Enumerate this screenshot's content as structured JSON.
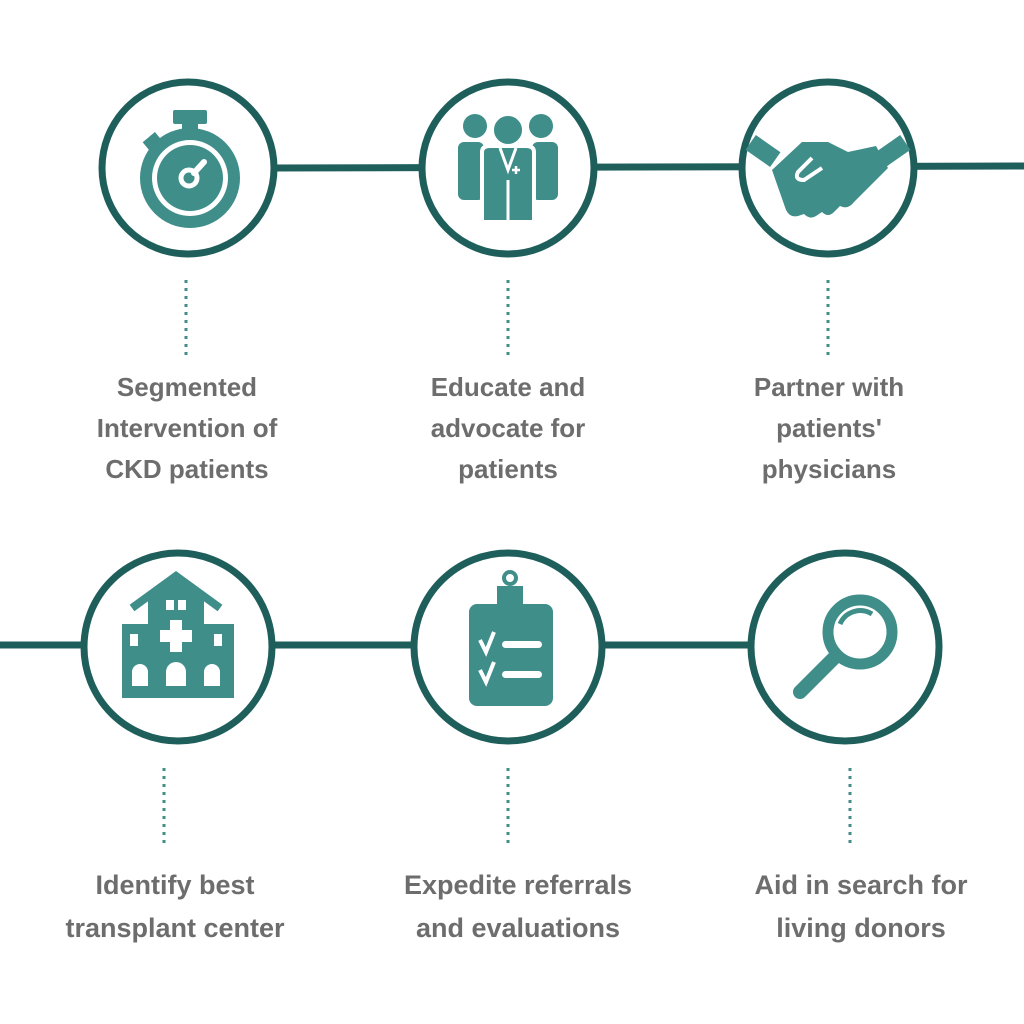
{
  "colors": {
    "ring": "#1f5f5b",
    "icon": "#3f8e8a",
    "text": "#6d6d6d"
  },
  "steps": [
    {
      "icon": "stopwatch-icon",
      "lines": [
        "Segmented",
        "Intervention of",
        "CKD patients"
      ]
    },
    {
      "icon": "medical-team-icon",
      "lines": [
        "Educate and",
        "advocate for",
        "patients"
      ]
    },
    {
      "icon": "handshake-icon",
      "lines": [
        "Partner with",
        "patients'",
        "physicians"
      ]
    },
    {
      "icon": "hospital-icon",
      "lines": [
        "Identify best",
        "transplant center"
      ]
    },
    {
      "icon": "clipboard-checklist-icon",
      "lines": [
        "Expedite referrals",
        "and evaluations"
      ]
    },
    {
      "icon": "magnifying-glass-icon",
      "lines": [
        "Aid in search for",
        "living donors"
      ]
    }
  ]
}
